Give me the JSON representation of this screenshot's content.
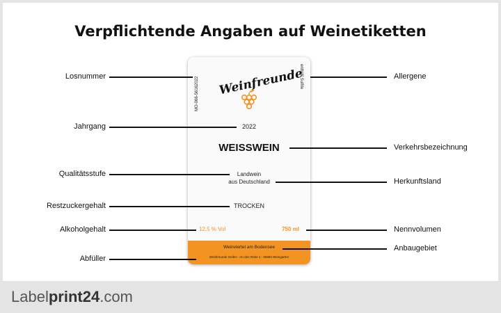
{
  "title": "Verpflichtende Angaben auf Weinetiketten",
  "label": {
    "brand": "Weinfreunde",
    "lot": "MO-066-56162022",
    "allergen": "enthält Sulfite",
    "year": "2022",
    "product": "WEISSWEIN",
    "quality_line1": "Landwein",
    "quality_line2": "aus Deutschland",
    "sugar": "TROCKEN",
    "alcohol": "12,5 % Vol",
    "volume": "750 ml",
    "region": "Weinviertel am Bodensee",
    "bottler": "Weinfreunde GmbH - An den Rebe 1 - 56983 Weingarten",
    "accent_color": "#f39322"
  },
  "callouts_left": [
    "Losnummer",
    "Jahrgang",
    "Qualitätsstufe",
    "Restzuckergehalt",
    "Alkoholgehalt",
    "Abfüller"
  ],
  "callouts_right": [
    "Allergene",
    "Verkehrsbezeichnung",
    "Herkunftsland",
    "Nennvolumen",
    "Anbaugebiet"
  ],
  "logo": {
    "part1": "Label",
    "part2": "print24",
    "part3": ".com"
  }
}
